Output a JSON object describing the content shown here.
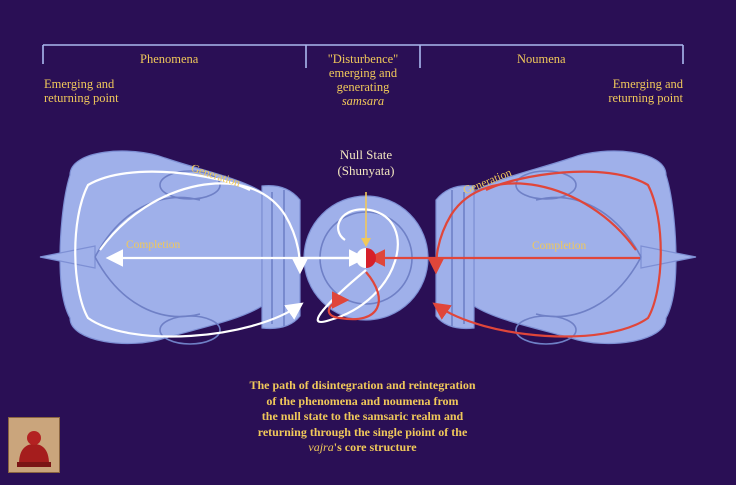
{
  "header": {
    "phenomena": "Phenomena",
    "disturbance_line1": "\"Disturbence\"",
    "disturbance_line2": "emerging and",
    "disturbance_line3": "generating",
    "disturbance_line4": "samsara",
    "noumena": "Noumena"
  },
  "left_point": {
    "line1": "Emerging and",
    "line2": "returning point"
  },
  "right_point": {
    "line1": "Emerging and",
    "line2": "returning point"
  },
  "null_state": {
    "line1": "Null State",
    "line2": "(Shunyata)"
  },
  "vajra_labels": {
    "left_generation": "Generation",
    "left_completion": "Completion",
    "right_generation": "Generation",
    "right_completion": "Completion"
  },
  "caption": {
    "line1": "The path of disintegration and reintegration",
    "line2": "of the phenomena and noumena from",
    "line3": "the null state to the samsaric realm  and",
    "line4": "returning through the single pioint of the",
    "line5_italic": "vajra",
    "line5_rest": "'s core structure"
  },
  "colors": {
    "background": "#2a0f55",
    "vajra": "#9fb0ea",
    "vajra_shadow": "#7d8fd4",
    "label_gold": "#f0c85a",
    "white_path": "#ffffff",
    "red_path": "#e0463a"
  }
}
